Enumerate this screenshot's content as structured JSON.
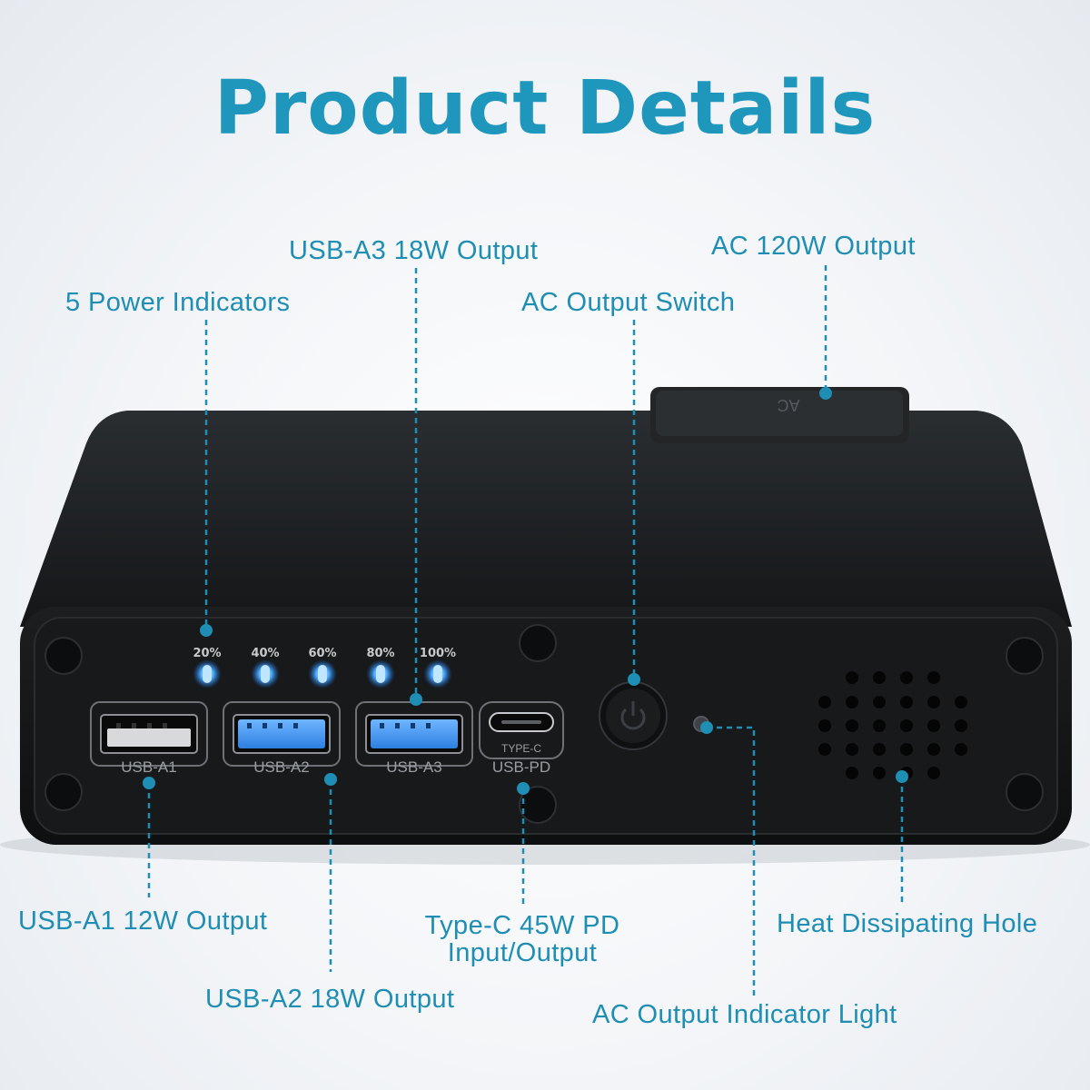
{
  "title": "Product Details",
  "colors": {
    "accent": "#1e8eb4",
    "led": "#3fa0ff",
    "body": "#17191b"
  },
  "callouts": {
    "usb_a3": "USB-A3 18W Output",
    "ac_output": "AC 120W Output",
    "power_indicators": "5 Power Indicators",
    "ac_switch": "AC Output Switch",
    "usb_a1": "USB-A1 12W Output",
    "type_c_line1": "Type-C 45W PD",
    "type_c_line2": "Input/Output",
    "heat_hole": "Heat Dissipating Hole",
    "usb_a2": "USB-A2 18W Output",
    "ac_light": "AC Output Indicator Light"
  },
  "device": {
    "indicators": [
      "20%",
      "40%",
      "60%",
      "80%",
      "100%"
    ],
    "ports": {
      "a1": "USB-A1",
      "a2": "USB-A2",
      "a3": "USB-A3",
      "typec_small": "TYPE-C",
      "typec": "USB-PD"
    },
    "ac_outlet_label": "AC"
  }
}
